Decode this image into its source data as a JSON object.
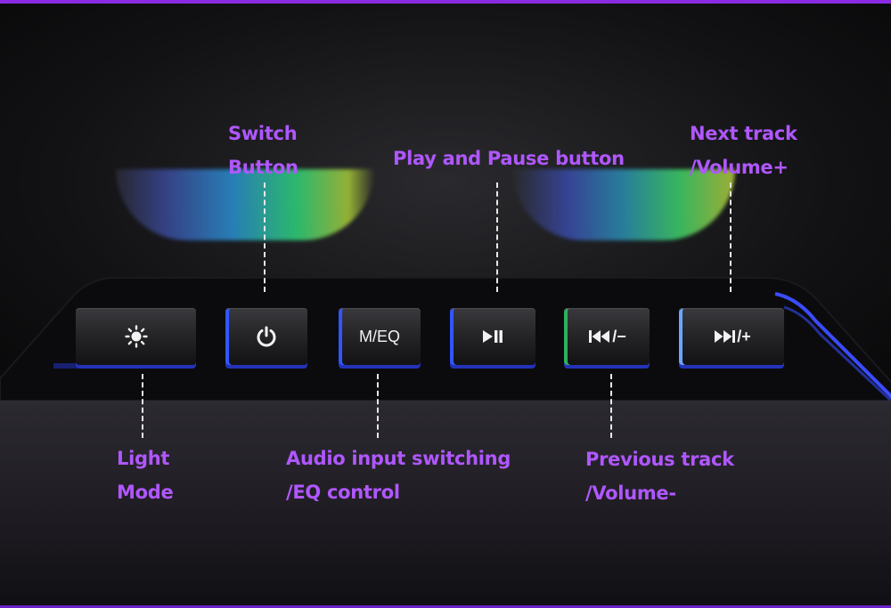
{
  "callouts": {
    "switch_button": [
      "Switch",
      "Button"
    ],
    "play_pause": "Play and Pause button",
    "next_track": [
      "Next track",
      "/Volume+"
    ],
    "light_mode": [
      "Light",
      "Mode"
    ],
    "audio_input": [
      "Audio input switching",
      "/EQ control"
    ],
    "previous_track": [
      "Previous track",
      "/Volume-"
    ]
  },
  "buttons": {
    "light": {
      "icon": "sun-icon"
    },
    "power": {
      "icon": "power-icon"
    },
    "mode": {
      "label": "M/EQ"
    },
    "play_pause": {
      "icon": "play-pause-icon"
    },
    "previous": {
      "icon": "previous-track-icon",
      "suffix": "/−"
    },
    "next": {
      "icon": "next-track-icon",
      "suffix": "/+"
    }
  },
  "colors": {
    "label": "#b057ff",
    "accent_top": "#8a2be2",
    "led_blue": "#3156ff"
  }
}
